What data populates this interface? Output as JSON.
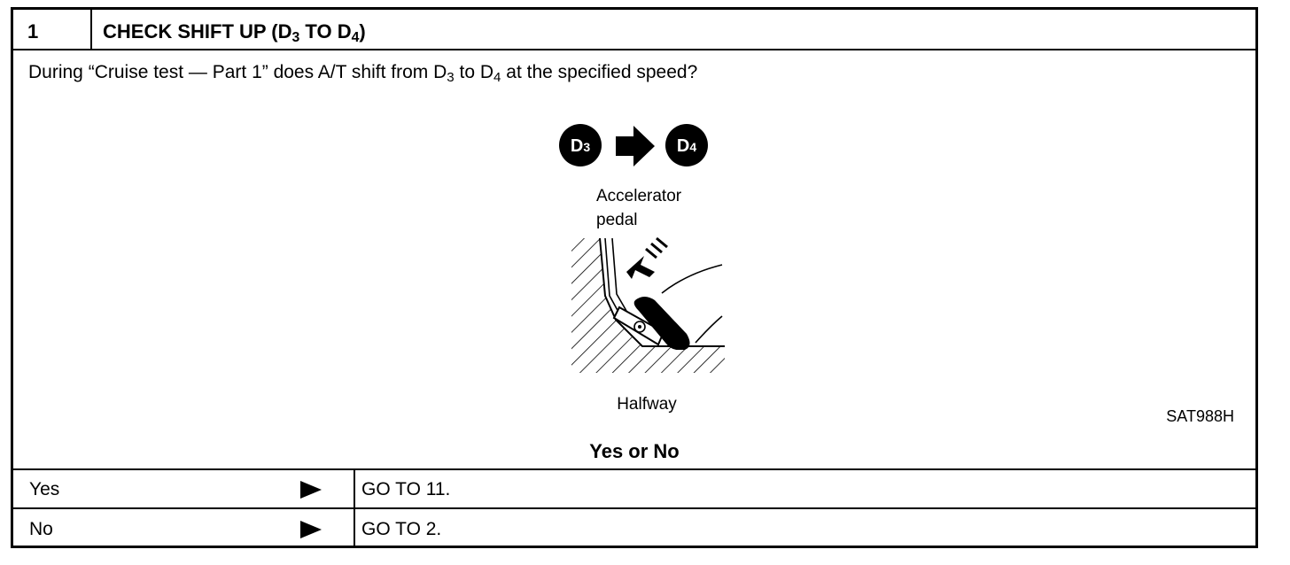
{
  "step": {
    "number": "1",
    "title_main": "CHECK SHIFT UP (D",
    "title_sub1": "3",
    "title_mid": " TO D",
    "title_sub2": "4",
    "title_end": ")"
  },
  "question": {
    "part1": "During “Cruise test — Part 1” does A/T shift from D",
    "sub1": "3",
    "part2": " to D",
    "sub2": "4",
    "part3": " at the specified speed?"
  },
  "figure": {
    "from_badge": "D",
    "from_badge_sub": "3",
    "to_badge": "D",
    "to_badge_sub": "4",
    "pedal_label_line1": "Accelerator",
    "pedal_label_line2": "pedal",
    "position_label": "Halfway",
    "code": "SAT988H"
  },
  "prompt": "Yes or No",
  "answers": [
    {
      "label": "Yes",
      "action": "GO TO 11."
    },
    {
      "label": "No",
      "action": "GO TO 2."
    }
  ]
}
